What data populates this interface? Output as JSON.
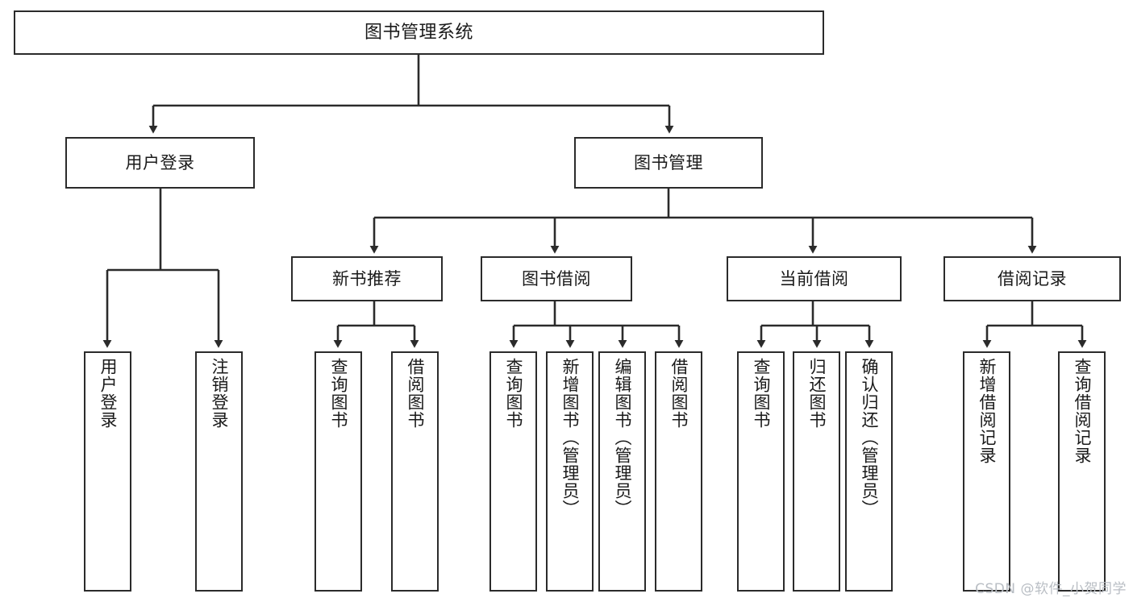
{
  "diagram": {
    "title": "图书管理系统",
    "type": "tree-hierarchy-diagram",
    "colors": {
      "background": "#ffffff",
      "box_border": "#2b2b2b",
      "box_fill": "#ffffff",
      "connector": "#2b2b2b",
      "text": "#1a1a1a",
      "watermark": "#b9bec4"
    }
  },
  "root": {
    "label": "图书管理系统"
  },
  "level2": [
    {
      "id": "user-login",
      "label": "用户登录"
    },
    {
      "id": "book-management",
      "label": "图书管理"
    }
  ],
  "level3": [
    {
      "id": "new-book-recommend",
      "label": "新书推荐"
    },
    {
      "id": "book-borrow",
      "label": "图书借阅"
    },
    {
      "id": "current-borrow",
      "label": "当前借阅"
    },
    {
      "id": "borrow-record",
      "label": "借阅记录"
    }
  ],
  "leaves": {
    "user_login": [
      {
        "id": "leaf-user-login",
        "label": "用户登录"
      },
      {
        "id": "leaf-logout",
        "label": "注销登录"
      }
    ],
    "new_book_recommend": [
      {
        "id": "leaf-query-book-1",
        "label": "查询图书"
      },
      {
        "id": "leaf-borrow-book-1",
        "label": "借阅图书"
      }
    ],
    "book_borrow": [
      {
        "id": "leaf-query-book-2",
        "label": "查询图书"
      },
      {
        "id": "leaf-add-book",
        "label": "新增图书（管理员）"
      },
      {
        "id": "leaf-edit-book",
        "label": "编辑图书（管理员）"
      },
      {
        "id": "leaf-borrow-book-2",
        "label": "借阅图书"
      }
    ],
    "current_borrow": [
      {
        "id": "leaf-query-book-3",
        "label": "查询图书"
      },
      {
        "id": "leaf-return-book",
        "label": "归还图书"
      },
      {
        "id": "leaf-confirm-return",
        "label": "确认归还（管理员）"
      }
    ],
    "borrow_record": [
      {
        "id": "leaf-add-record",
        "label": "新增借阅记录"
      },
      {
        "id": "leaf-query-record",
        "label": "查询借阅记录"
      }
    ]
  },
  "watermark": {
    "text": "CSDN @软件_小贺同学"
  }
}
